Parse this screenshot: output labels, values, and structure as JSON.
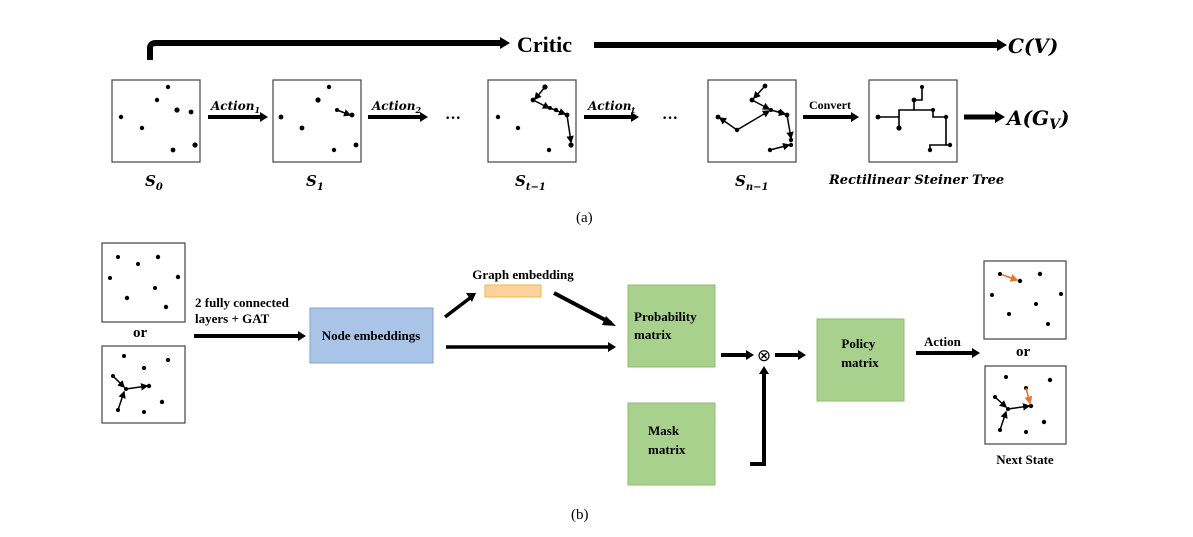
{
  "part_a": {
    "critic_label": "Critic",
    "critic_output": "C(V)",
    "states": [
      {
        "label_base": "S",
        "label_sub": "0"
      },
      {
        "label_base": "S",
        "label_sub": "1"
      },
      {
        "label_base": "S",
        "label_sub": "t−1"
      },
      {
        "label_base": "S",
        "label_sub": "n−1"
      }
    ],
    "actions": [
      {
        "base": "Action",
        "sub": "1"
      },
      {
        "base": "Action",
        "sub": "2"
      },
      {
        "base": "Action",
        "sub": "t"
      }
    ],
    "ellipsis": "···",
    "convert_label": "Convert",
    "tree_label": "Rectilinear Steiner Tree",
    "actor_output": "A(G",
    "actor_output_sub": "V",
    "actor_output_close": ")",
    "caption": "(a)"
  },
  "part_b": {
    "or_label": "or",
    "gnn_label_line1": "2 fully connected",
    "gnn_label_line2": "layers + GAT",
    "node_embeddings": "Node embeddings",
    "graph_embedding": "Graph embedding",
    "probability_matrix_line1": "Probability",
    "probability_matrix_line2": "matrix",
    "mask_matrix_line1": "Mask",
    "mask_matrix_line2": "matrix",
    "multiply_symbol": "⊗",
    "policy_matrix_line1": "Policy",
    "policy_matrix_line2": "matrix",
    "action_label": "Action",
    "next_or_label": "or",
    "next_state_label": "Next State",
    "caption": "(b)"
  },
  "colors": {
    "node_embed_fill": "#a9c4e6",
    "node_embed_stroke": "#7fa3cf",
    "graph_embed_fill": "#fbd29a",
    "graph_embed_stroke": "#f0b84e",
    "green_fill": "#a9d18e",
    "green_stroke": "#8fbd70",
    "orange_arrow": "#e8762d"
  }
}
